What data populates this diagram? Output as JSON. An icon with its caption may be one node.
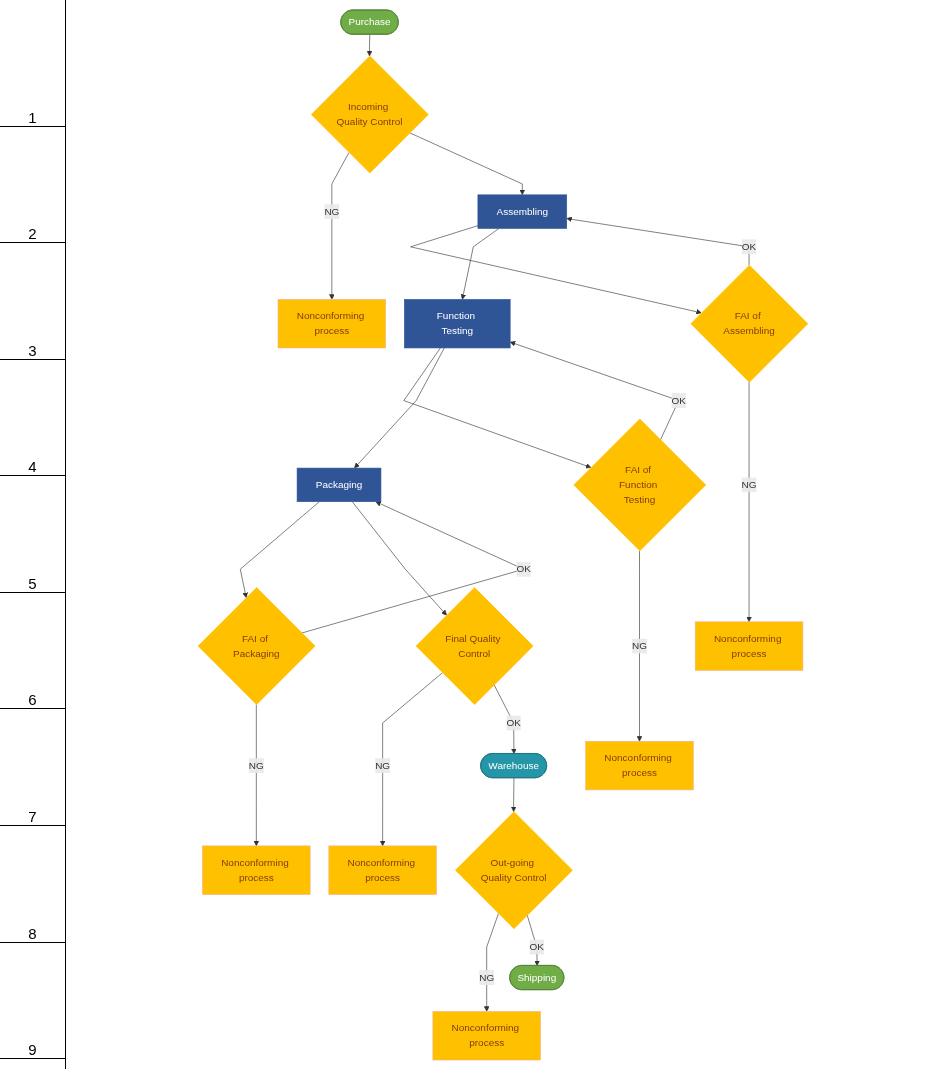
{
  "diagram": {
    "nodes": [
      {
        "text": [
          "Purchase"
        ]
      },
      {
        "text": [
          "Incoming Quality Control"
        ]
      },
      {
        "text": [
          "Nonconforming process"
        ]
      },
      {
        "text": [
          "Assembling"
        ]
      },
      {
        "text": [
          "FAI of Assembling"
        ]
      },
      {
        "text": [
          "Nonconforming process"
        ]
      },
      {
        "text": [
          "Function Testing"
        ]
      },
      {
        "text": [
          "FAI of Function Testing"
        ]
      },
      {
        "text": [
          "Nonconforming process"
        ]
      },
      {
        "text": [
          "Packaging"
        ]
      },
      {
        "text": [
          "FAI of Packaging"
        ]
      },
      {
        "text": [
          "Nonconforming process"
        ]
      },
      {
        "text": [
          "Final Quality Control"
        ]
      },
      {
        "text": [
          "Nonconforming process"
        ]
      },
      {
        "text": [
          "Warehouse"
        ]
      },
      {
        "text": [
          "Out-going Quality Control"
        ]
      },
      {
        "text": [
          "Nonconforming process"
        ]
      },
      {
        "text": [
          "Shipping"
        ]
      }
    ],
    "edges": [
      {
        "from": 0,
        "to": 1,
        "arrow": "to"
      },
      {
        "from": 1,
        "to": 2,
        "arrow": "to",
        "label": "NG"
      },
      {
        "from": 1,
        "to": 3,
        "arrow": "to"
      },
      {
        "from": 3,
        "to": 4,
        "arrow": "to"
      },
      {
        "from": 4,
        "to": 3,
        "arrow": "to",
        "label": "OK"
      },
      {
        "from": 4,
        "to": 5,
        "arrow": "to",
        "label": "NG"
      },
      {
        "from": 3,
        "to": 6,
        "arrow": "to"
      },
      {
        "from": 6,
        "to": 7,
        "arrow": "to"
      },
      {
        "from": 7,
        "to": 6,
        "arrow": "to",
        "label": "OK"
      },
      {
        "from": 7,
        "to": 8,
        "arrow": "to",
        "label": "NG"
      },
      {
        "from": 6,
        "to": 9,
        "arrow": "to"
      },
      {
        "from": 9,
        "to": 10,
        "arrow": "to"
      },
      {
        "from": 10,
        "to": 9,
        "arrow": "to",
        "label": "OK"
      },
      {
        "from": 10,
        "to": 11,
        "arrow": "to",
        "label": "NG"
      },
      {
        "from": 9,
        "to": 12,
        "arrow": "to"
      },
      {
        "from": 12,
        "to": 13,
        "arrow": "to",
        "label": "NG"
      },
      {
        "from": 12,
        "to": 14,
        "arrow": "to",
        "label": "OK"
      },
      {
        "from": 14,
        "to": 15,
        "arrow": "to"
      },
      {
        "from": 15,
        "to": 16,
        "arrow": "to",
        "label": "NG"
      },
      {
        "from": 15,
        "to": 17,
        "arrow": "to",
        "label": "OK"
      }
    ],
    "labels": [
      "1",
      "2",
      "3",
      "4",
      "5",
      "6",
      "7",
      "8",
      "9"
    ]
  }
}
